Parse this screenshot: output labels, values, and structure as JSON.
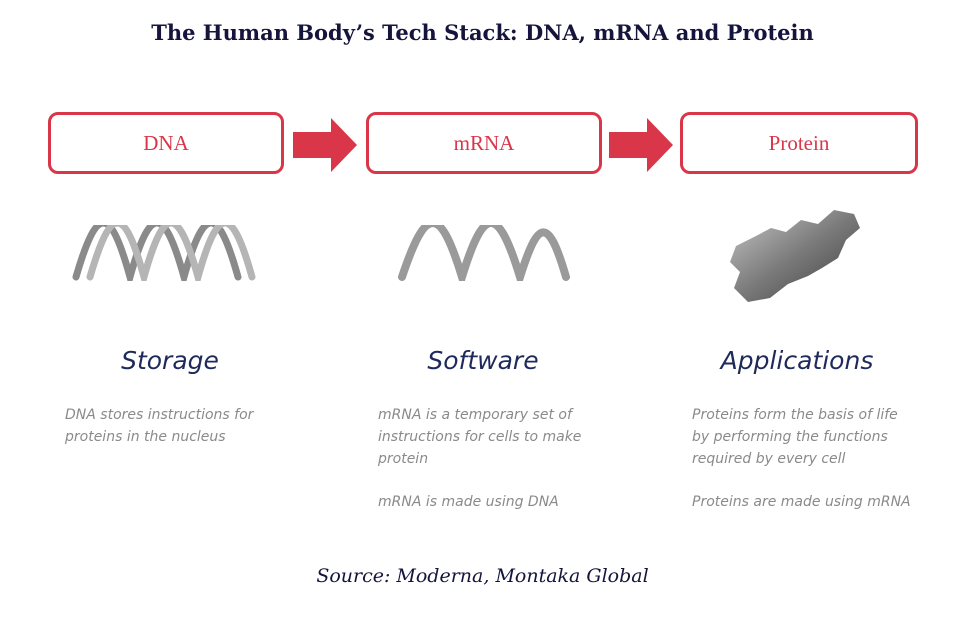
{
  "title": "The Human Body’s Tech Stack: DNA, mRNA and Protein",
  "columns": [
    {
      "box": "DNA",
      "heading": "Storage",
      "icon": "dna-double-helix-icon",
      "paragraphs": [
        "DNA stores instructions for proteins in the nucleus"
      ]
    },
    {
      "box": "mRNA",
      "heading": "Software",
      "icon": "mrna-single-strand-icon",
      "paragraphs": [
        "mRNA is a temporary set of instructions for cells to make protein",
        "mRNA is made using DNA"
      ]
    },
    {
      "box": "Protein",
      "heading": "Applications",
      "icon": "protein-icon",
      "paragraphs": [
        "Proteins form the basis of life by performing the functions required by every cell",
        "Proteins are made using mRNA"
      ]
    }
  ],
  "source": "Source: Moderna, Montaka Global",
  "colors": {
    "accent": "#d9364a",
    "navy": "#1f2a5c",
    "text": "#8a8a8a"
  }
}
